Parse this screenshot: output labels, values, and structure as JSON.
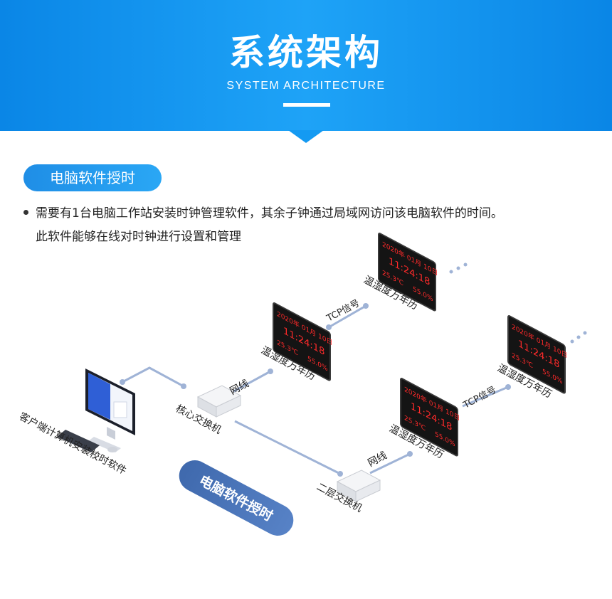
{
  "header": {
    "title": "系统架构",
    "subtitle": "SYSTEM ARCHITECTURE"
  },
  "section": {
    "pill_label": "电脑软件授时",
    "description_line1": "需要有1台电脑工作站安装时钟管理软件，其余子钟通过局域网访问该电脑软件的时间。",
    "description_line2": "此软件能够在线对时钟进行设置和管理"
  },
  "diagram": {
    "client_label": "客户端计算机安装校时软件",
    "core_switch_label": "核心交换机",
    "second_switch_label": "二层交换机",
    "software_badge": "电脑软件授时",
    "net_label_1": "网线",
    "net_label_2": "网线",
    "tcp_label_1": "TCP信号",
    "tcp_label_2": "TCP信号",
    "clock_label": "温湿度万年历",
    "clock_year": "2020年 01月 10日",
    "clock_time": "11:24:18",
    "clock_temp": "25.3℃",
    "clock_humidity": "55.0%"
  },
  "colors": {
    "header_blue": "#149af2",
    "line_color": "#9fb3d6",
    "badge_color": "#4a74b8",
    "led_red": "#ff2a2a"
  }
}
